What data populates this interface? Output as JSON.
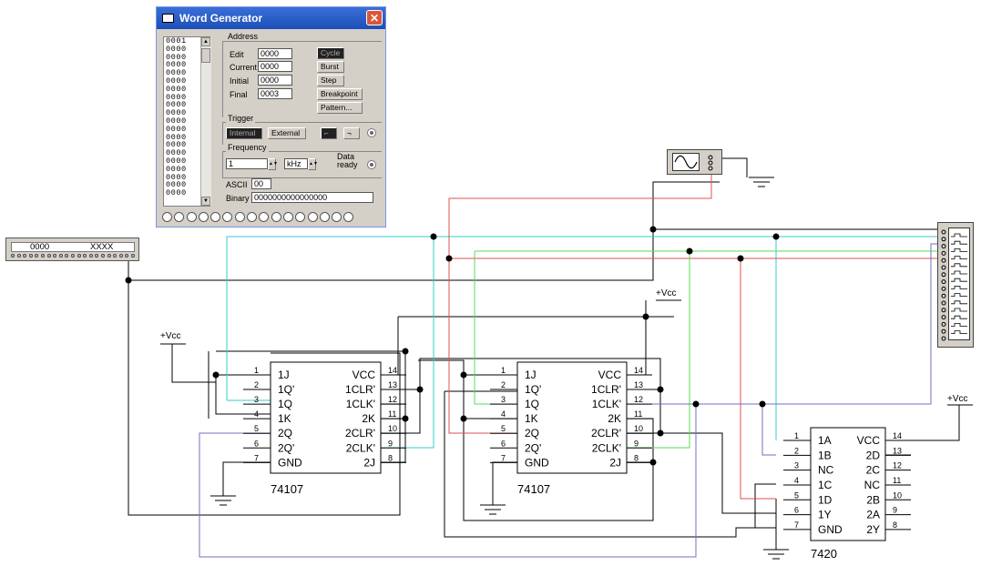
{
  "word_generator": {
    "title": "Word Generator",
    "close_glyph": "✕",
    "words": [
      "0001",
      "0000",
      "0000",
      "0000",
      "0000",
      "0000",
      "0000",
      "0000",
      "0000",
      "0000",
      "0000",
      "0000",
      "0000",
      "0000",
      "0000",
      "0000",
      "0000",
      "0000",
      "0000",
      "0000"
    ],
    "address": {
      "group_label": "Address",
      "edit_label": "Edit",
      "edit_value": "0000",
      "current_label": "Current",
      "current_value": "0000",
      "initial_label": "Initial",
      "initial_value": "0000",
      "final_label": "Final",
      "final_value": "0003"
    },
    "mode_buttons": {
      "cycle": "Cycle",
      "burst": "Burst",
      "step": "Step",
      "breakpoint": "Breakpoint",
      "pattern": "Pattern..."
    },
    "trigger": {
      "group_label": "Trigger",
      "internal": "Internal",
      "external": "External"
    },
    "frequency": {
      "group_label": "Frequency",
      "value": "1",
      "unit": "kHz",
      "data_ready": "Data\nready"
    },
    "ascii": {
      "label": "ASCII",
      "value": "00"
    },
    "binary": {
      "label": "Binary",
      "value": "0000000000000000"
    }
  },
  "decoder": {
    "left": "0000",
    "right": "XXXX"
  },
  "schematic": {
    "vcc": "+Vcc",
    "chips": [
      {
        "name": "74107",
        "left_pins": [
          {
            "num": "1",
            "name": "1J"
          },
          {
            "num": "2",
            "name": "1Q'"
          },
          {
            "num": "3",
            "name": "1Q"
          },
          {
            "num": "4",
            "name": "1K"
          },
          {
            "num": "5",
            "name": "2Q"
          },
          {
            "num": "6",
            "name": "2Q'"
          },
          {
            "num": "7",
            "name": "GND"
          }
        ],
        "right_pins": [
          {
            "num": "14",
            "name": "VCC"
          },
          {
            "num": "13",
            "name": "1CLR'"
          },
          {
            "num": "12",
            "name": "1CLK'"
          },
          {
            "num": "11",
            "name": "2K"
          },
          {
            "num": "10",
            "name": "2CLR'"
          },
          {
            "num": "9",
            "name": "2CLK'"
          },
          {
            "num": "8",
            "name": "2J"
          }
        ]
      },
      {
        "name": "74107",
        "left_pins": [
          {
            "num": "1",
            "name": "1J"
          },
          {
            "num": "2",
            "name": "1Q'"
          },
          {
            "num": "3",
            "name": "1Q"
          },
          {
            "num": "4",
            "name": "1K"
          },
          {
            "num": "5",
            "name": "2Q"
          },
          {
            "num": "6",
            "name": "2Q'"
          },
          {
            "num": "7",
            "name": "GND"
          }
        ],
        "right_pins": [
          {
            "num": "14",
            "name": "VCC"
          },
          {
            "num": "13",
            "name": "1CLR'"
          },
          {
            "num": "12",
            "name": "1CLK'"
          },
          {
            "num": "11",
            "name": "2K"
          },
          {
            "num": "10",
            "name": "2CLR'"
          },
          {
            "num": "9",
            "name": "2CLK'"
          },
          {
            "num": "8",
            "name": "2J"
          }
        ]
      },
      {
        "name": "7420",
        "left_pins": [
          {
            "num": "1",
            "name": "1A"
          },
          {
            "num": "2",
            "name": "1B"
          },
          {
            "num": "3",
            "name": "NC"
          },
          {
            "num": "4",
            "name": "1C"
          },
          {
            "num": "5",
            "name": "1D"
          },
          {
            "num": "6",
            "name": "1Y"
          },
          {
            "num": "7",
            "name": "GND"
          }
        ],
        "right_pins": [
          {
            "num": "14",
            "name": "VCC"
          },
          {
            "num": "13",
            "name": "2D"
          },
          {
            "num": "12",
            "name": "2C"
          },
          {
            "num": "11",
            "name": "NC"
          },
          {
            "num": "10",
            "name": "2B"
          },
          {
            "num": "9",
            "name": "2A"
          },
          {
            "num": "8",
            "name": "2Y"
          }
        ]
      }
    ]
  },
  "colors": {
    "cyan": "#33cccc",
    "red": "#e05050",
    "green": "#66dd66",
    "blue": "#7070c0",
    "black": "#000000",
    "titlebar": "#2a5fd0"
  }
}
